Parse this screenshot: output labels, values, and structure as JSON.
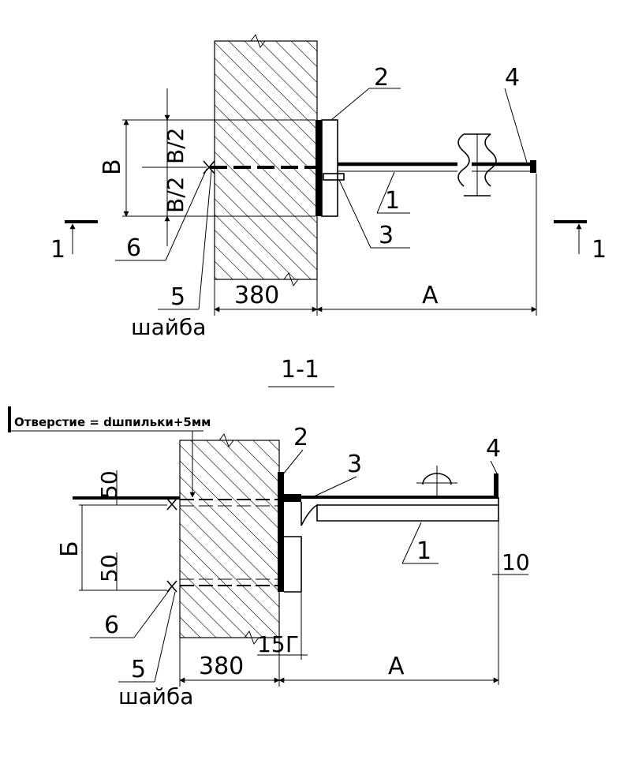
{
  "top_view": {
    "item_labels": [
      "1",
      "2",
      "3",
      "4",
      "5",
      "6"
    ],
    "washer_label": "шайба",
    "dim_wall": "380",
    "dim_length": "A",
    "dim_height": "B",
    "dim_half_upper": "B/2",
    "dim_half_lower": "B/2",
    "section_mark_left": "1",
    "section_mark_right": "1"
  },
  "section_view": {
    "title": "1-1",
    "note": "Отверстие = dшпильки+5мм",
    "item_labels": [
      "1",
      "2",
      "3",
      "4",
      "5",
      "6"
    ],
    "washer_label": "шайба",
    "dim_wall": "380",
    "dim_length": "A",
    "dim_height": "Б",
    "dim_top_offset": "50",
    "dim_bottom_offset": "50",
    "dim_gap": "15",
    "dim_g": "Г",
    "dim_end": "10"
  }
}
